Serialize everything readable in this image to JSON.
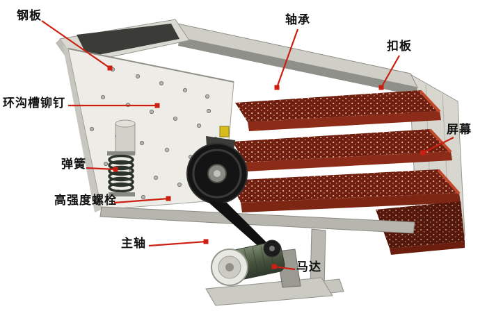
{
  "diagram": {
    "name": "vibrating-screen-structure-diagram",
    "labels": {
      "steel_plate": "钢板",
      "bearing": "轴承",
      "buckle_plate": "扣板",
      "ring_groove_rivet": "环沟槽铆钉",
      "screen_panel": "屏幕",
      "spring": "弹簧",
      "high_strength_bolt": "高强度螺栓",
      "main_shaft": "主轴",
      "motor": "马达"
    },
    "colors": {
      "leader_line": "#cc1f12",
      "label_text": "#111111",
      "deck_mesh": "#6f1e0f",
      "deck_frame": "#c2492b",
      "body_panel": "#edece6",
      "motor_body": "#55644c"
    }
  }
}
